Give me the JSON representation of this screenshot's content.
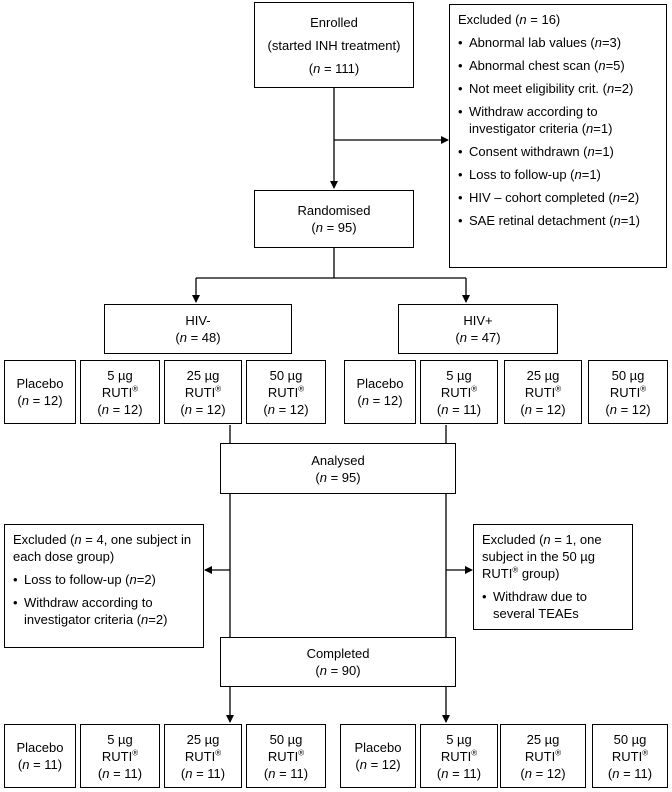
{
  "enrolled": {
    "line1": "Enrolled",
    "line2": "(started INH treatment)",
    "n": "(n = 111)"
  },
  "excluded_top": {
    "title": "Excluded (n = 16)",
    "items": [
      "Abnormal lab values (n=3)",
      "Abnormal chest scan (n=5)",
      "Not meet eligibility crit. (n=2)",
      "Withdraw according to investigator criteria (n=1)",
      "Consent withdrawn (n=1)",
      "Loss to follow-up (n=1)",
      "HIV – cohort completed (n=2)",
      "SAE retinal detachment  (n=1)"
    ]
  },
  "randomised": {
    "label": "Randomised",
    "n": "(n = 95)"
  },
  "hiv_neg": {
    "label": "HIV-",
    "n": "(n = 48)"
  },
  "hiv_pos": {
    "label": "HIV+",
    "n": "(n = 47)"
  },
  "arms_randomised_neg": [
    {
      "line1": "Placebo",
      "line2": "(n = 12)",
      "line3": ""
    },
    {
      "line1": "5 µg",
      "line2": "RUTI",
      "line3": "(n = 12)"
    },
    {
      "line1": "25 µg",
      "line2": "RUTI",
      "line3": "(n = 12)"
    },
    {
      "line1": "50 µg",
      "line2": "RUTI",
      "line3": "(n = 12)"
    }
  ],
  "arms_randomised_pos": [
    {
      "line1": "Placebo",
      "line2": "(n = 12)",
      "line3": ""
    },
    {
      "line1": "5 µg",
      "line2": "RUTI",
      "line3": "(n = 11)"
    },
    {
      "line1": "25 µg",
      "line2": "RUTI",
      "line3": "(n = 12)"
    },
    {
      "line1": "50 µg",
      "line2": "RUTI",
      "line3": "(n = 12)"
    }
  ],
  "registered_mark": "®",
  "analysed": {
    "label": "Analysed",
    "n": "(n = 95)"
  },
  "excluded_left": {
    "title": "Excluded (n = 4, one subject in each dose group)",
    "items": [
      "Loss to follow-up (n=2)",
      "Withdraw according to investigator criteria (n=2)"
    ]
  },
  "excluded_right": {
    "title_a": "Excluded (n = 1, one subject in the 50 µg RUTI",
    "title_b": " group)",
    "items": [
      "Withdraw due to several TEAEs"
    ]
  },
  "completed": {
    "label": "Completed",
    "n": "(n = 90)"
  },
  "arms_completed_neg": [
    {
      "line1": "Placebo",
      "line2": "(n = 11)",
      "line3": ""
    },
    {
      "line1": "5 µg",
      "line2": "RUTI",
      "line3": "(n = 11)"
    },
    {
      "line1": "25 µg",
      "line2": "RUTI",
      "line3": "(n = 11)"
    },
    {
      "line1": "50 µg",
      "line2": "RUTI",
      "line3": "(n = 11)"
    }
  ],
  "arms_completed_pos": [
    {
      "line1": "Placebo",
      "line2": "(n = 12)",
      "line3": ""
    },
    {
      "line1": "5 µg",
      "line2": "RUTI",
      "line3": "(n = 11)"
    },
    {
      "line1": "25 µg",
      "line2": "RUTI",
      "line3": "(n = 12)"
    },
    {
      "line1": "50 µg",
      "line2": "RUTI",
      "line3": "(n = 11)"
    }
  ]
}
